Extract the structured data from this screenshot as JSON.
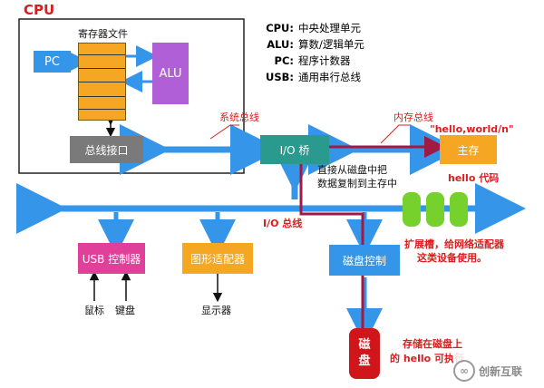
{
  "cpu": {
    "title": "CPU",
    "register_file_label": "寄存器文件",
    "pc_label": "PC",
    "alu_label": "ALU",
    "bus_interface_label": "总线接口"
  },
  "legend": {
    "items": [
      {
        "key": "CPU:",
        "value": "中央处理单元"
      },
      {
        "key": "ALU:",
        "value": "算数/逻辑单元"
      },
      {
        "key": "PC:",
        "value": "程序计数器"
      },
      {
        "key": "USB:",
        "value": "通用串行总线"
      }
    ]
  },
  "buses": {
    "system_bus": "系统总线",
    "memory_bus": "内存总线",
    "io_bus": "I/O 总线"
  },
  "io_bridge_label": "I/O 桥",
  "main_memory": {
    "label": "主存",
    "string_label": "\"hello,world/n\"",
    "code_label": "hello 代码"
  },
  "dma_note": [
    "直接从磁盘中把",
    "数据复制到主存中"
  ],
  "devices": {
    "usb_controller": "USB 控制器",
    "graphics_adapter": "图形适配器",
    "disk_controller": "磁盘控制",
    "mouse": "鼠标",
    "keyboard": "键盘",
    "display": "显示器",
    "disk": [
      "磁",
      "盘"
    ]
  },
  "expansion_note": [
    "扩展槽，给网络适配器",
    "这类设备使用。"
  ],
  "disk_note": [
    "存储在磁盘上",
    "的 hello 可执行"
  ],
  "watermark": "创新互联",
  "colors": {
    "blue": "#3595e8",
    "orange": "#f5a623",
    "purple": "#b05fd6",
    "gray": "#7a7a7a",
    "teal": "#2a9a8e",
    "pink": "#e0409a",
    "green": "#76d12c",
    "red_dark": "#d0161b",
    "path": "#a01a44",
    "note_red": "#d81e1e"
  }
}
